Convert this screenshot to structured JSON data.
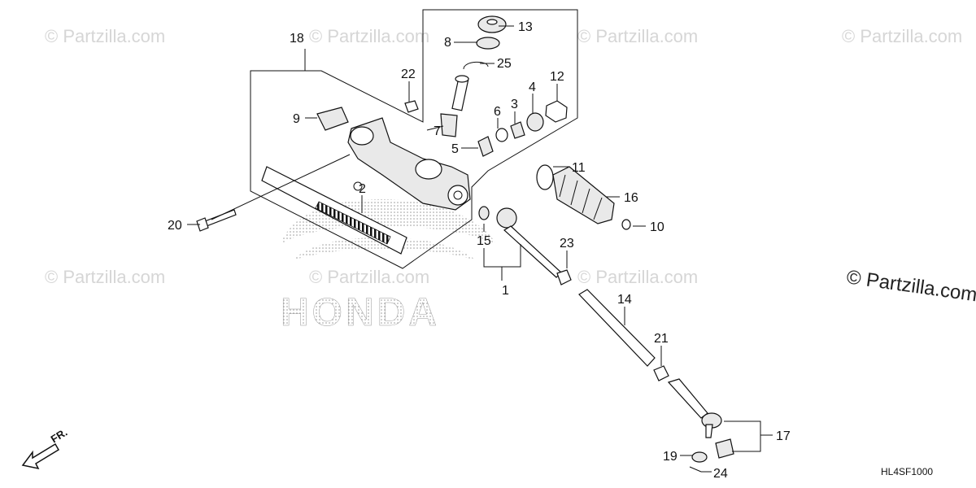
{
  "watermark": {
    "text": "© Partzilla.com",
    "prominent_text": "© Partzilla.com"
  },
  "brand_logo_text": "HONDA",
  "diagram_code": "HL4SF1000",
  "direction_label": "FR.",
  "callouts": {
    "c1": "1",
    "c2": "2",
    "c3": "3",
    "c4": "4",
    "c5": "5",
    "c6": "6",
    "c7": "7",
    "c8": "8",
    "c9": "9",
    "c10": "10",
    "c11": "11",
    "c12": "12",
    "c13": "13",
    "c14": "14",
    "c15": "15",
    "c16": "16",
    "c17": "17",
    "c18": "18",
    "c19": "19",
    "c20": "20",
    "c21": "21",
    "c22": "22",
    "c23": "23",
    "c24": "24",
    "c25": "25"
  },
  "colors": {
    "line": "#111111",
    "watermark": "#d6d6d6",
    "logo_dots": "#9a9a9a"
  }
}
